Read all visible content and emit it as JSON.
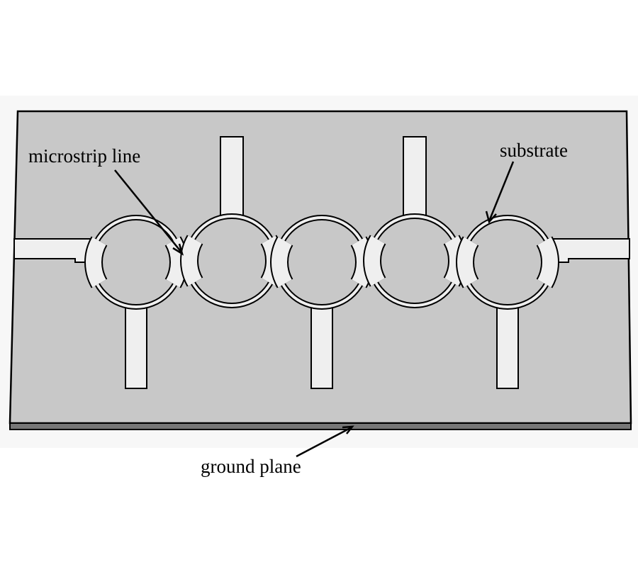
{
  "labels": {
    "microstrip": "microstrip line",
    "substrate": "substrate",
    "ground": "ground plane"
  },
  "colors": {
    "background": "#f7f7f7",
    "substrate": "#c8c8c8",
    "conductor": "#efefef",
    "ground": "#777777",
    "outline": "#000000"
  }
}
